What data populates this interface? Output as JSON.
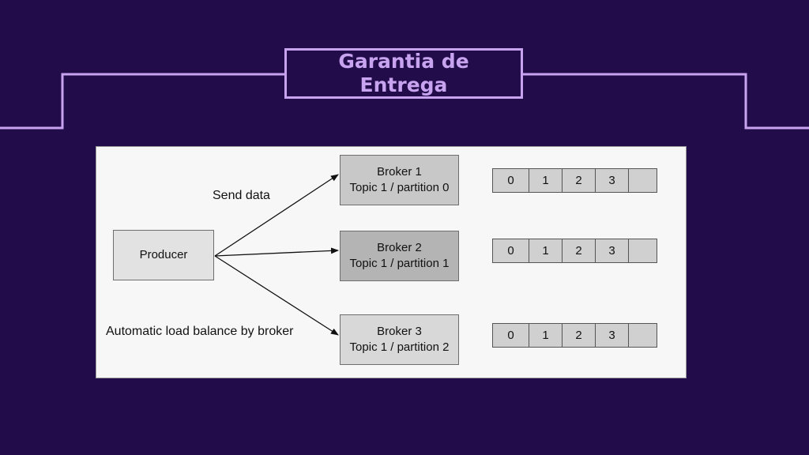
{
  "slide": {
    "title_line_1": "Garantia de",
    "title_line_2": "Entrega"
  },
  "diagram": {
    "producer": "Producer",
    "label_send": "Send data",
    "label_auto": "Automatic load balance by broker",
    "brokers": [
      {
        "name": "Broker 1",
        "topic": "Topic 1 / partition 0"
      },
      {
        "name": "Broker 2",
        "topic": "Topic 1 / partition 1"
      },
      {
        "name": "Broker 3",
        "topic": "Topic 1 / partition 2"
      }
    ],
    "queues": [
      {
        "cells": [
          "0",
          "1",
          "2",
          "3",
          ""
        ]
      },
      {
        "cells": [
          "0",
          "1",
          "2",
          "3",
          ""
        ]
      },
      {
        "cells": [
          "0",
          "1",
          "2",
          "3",
          ""
        ]
      }
    ]
  },
  "colors": {
    "background": "#220d4a",
    "accent": "#c8a4f0"
  }
}
